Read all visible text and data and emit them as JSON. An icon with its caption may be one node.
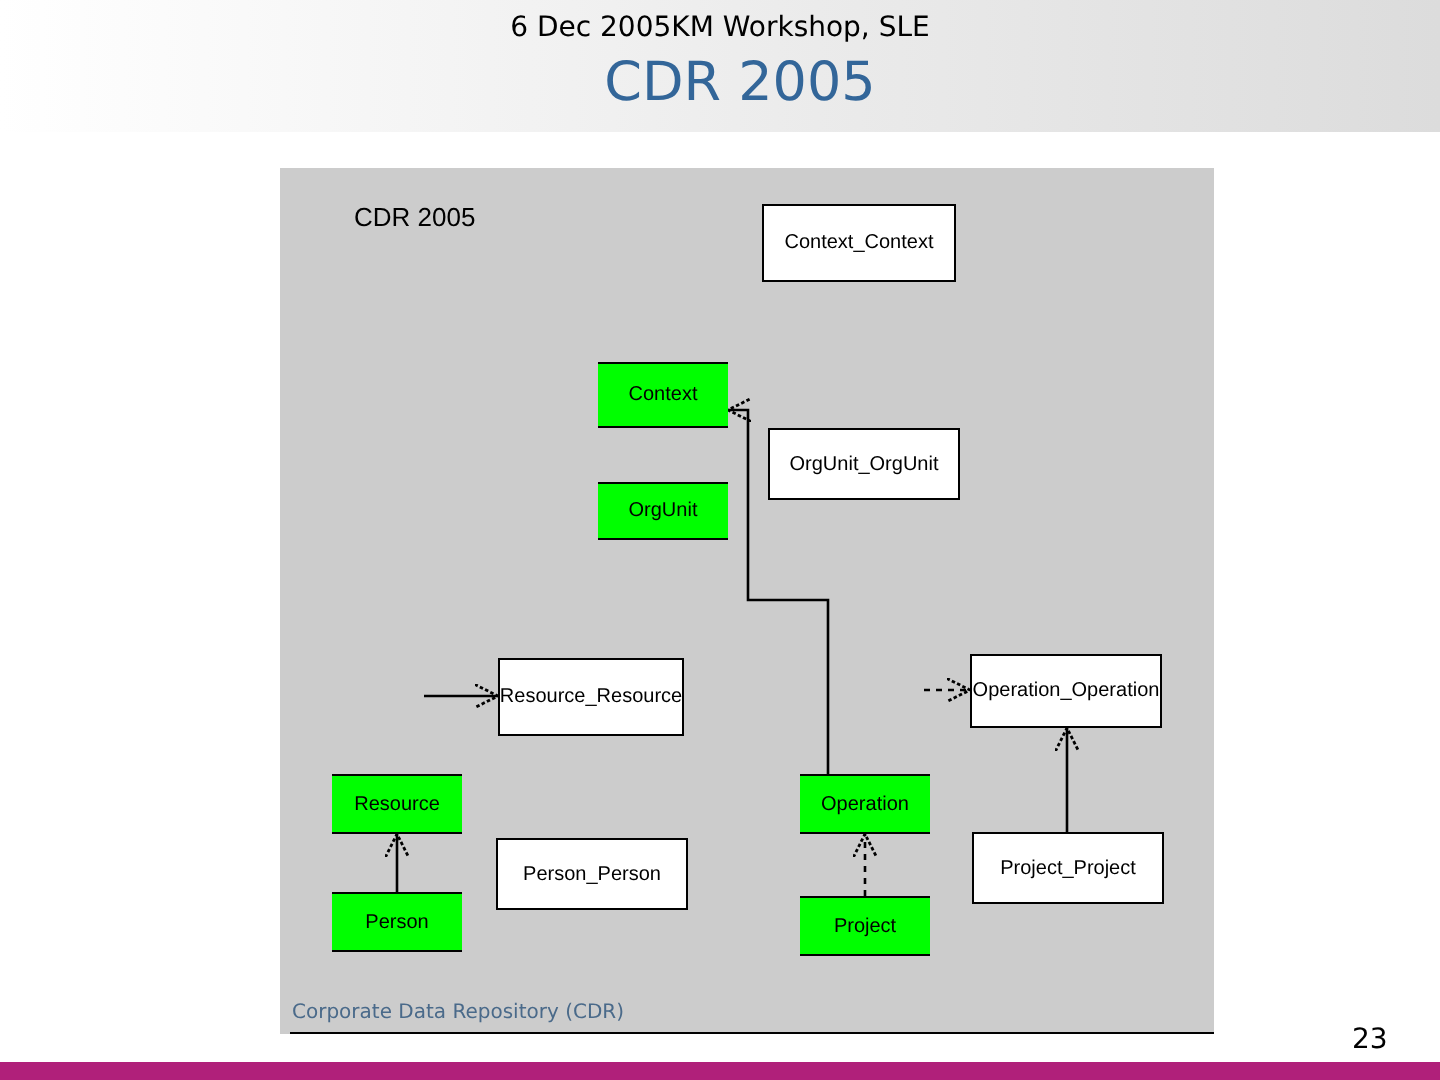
{
  "diagram": {
    "title": "CDR 2005",
    "nodes": [
      {
        "text": [
          "Context_Context"
        ]
      },
      {
        "text": [
          "Context"
        ]
      },
      {
        "text": [
          "OrgUnit_OrgUnit"
        ]
      },
      {
        "text": [
          "OrgUnit"
        ]
      },
      {
        "text": [
          "Resource_Resource"
        ]
      },
      {
        "text": [
          "Operation_Operation"
        ]
      },
      {
        "text": [
          "Resource"
        ]
      },
      {
        "text": [
          "Operation"
        ]
      },
      {
        "text": [
          "Person_Person"
        ]
      },
      {
        "text": [
          "Project_Project"
        ]
      },
      {
        "text": [
          "Person"
        ]
      },
      {
        "text": [
          "Project"
        ]
      }
    ],
    "edges": [
      {
        "from": 7,
        "to": 1,
        "arrow": "to"
      },
      {
        "from": 9,
        "to": 5,
        "arrow": "to"
      },
      {
        "from": 11,
        "to": 7,
        "arrow": "to",
        "style": "dashed"
      },
      {
        "from": 10,
        "to": 6,
        "arrow": "to"
      },
      {
        "from": null,
        "to": 4,
        "arrow": "to"
      },
      {
        "from": null,
        "to": 5,
        "arrow": "to",
        "style": "dashed"
      }
    ],
    "labels": [
      "6 Dec 2005KM Workshop, SLE",
      "CDR 2005",
      "Corporate Data Repository (CDR)",
      "23"
    ]
  }
}
